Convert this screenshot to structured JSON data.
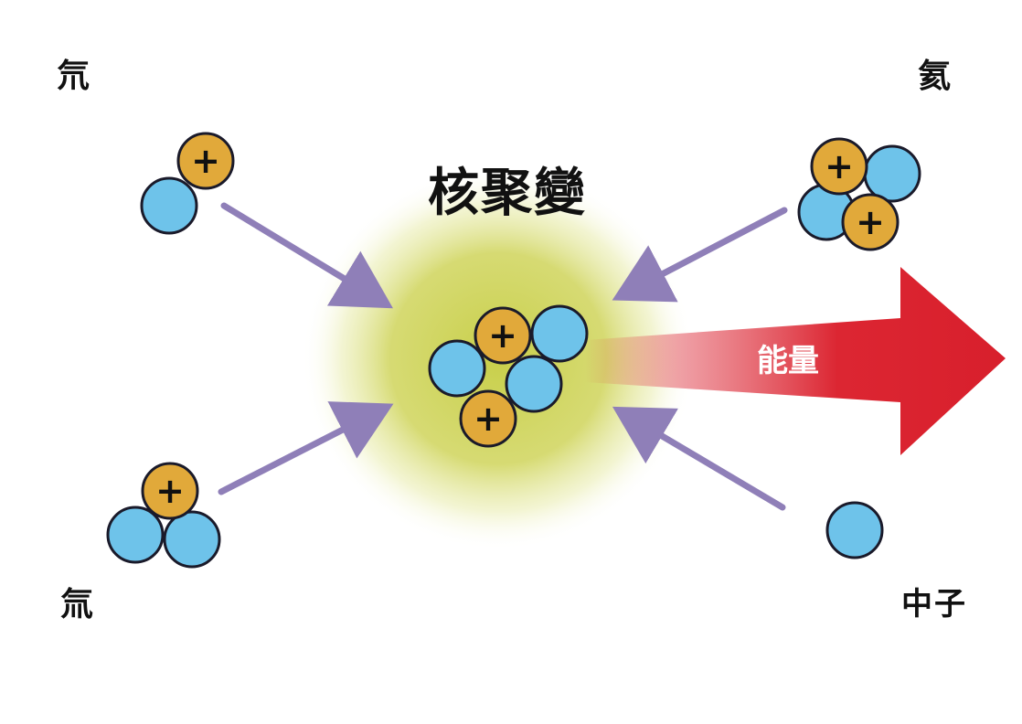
{
  "title": "核聚變",
  "labels": {
    "top_left": "氘",
    "bottom_left": "氚",
    "top_right": "氦",
    "bottom_right": "中子",
    "energy": "能量"
  },
  "symbols": {
    "proton": "+"
  },
  "colors": {
    "proton": "#e1a93a",
    "neutron": "#6ec3ea",
    "particle_stroke": "#1a1a2a",
    "arrow": "#8f7fb8",
    "glow": "#c8cf4a",
    "energy_arrow": "#dc2632",
    "background": "#ffffff"
  }
}
